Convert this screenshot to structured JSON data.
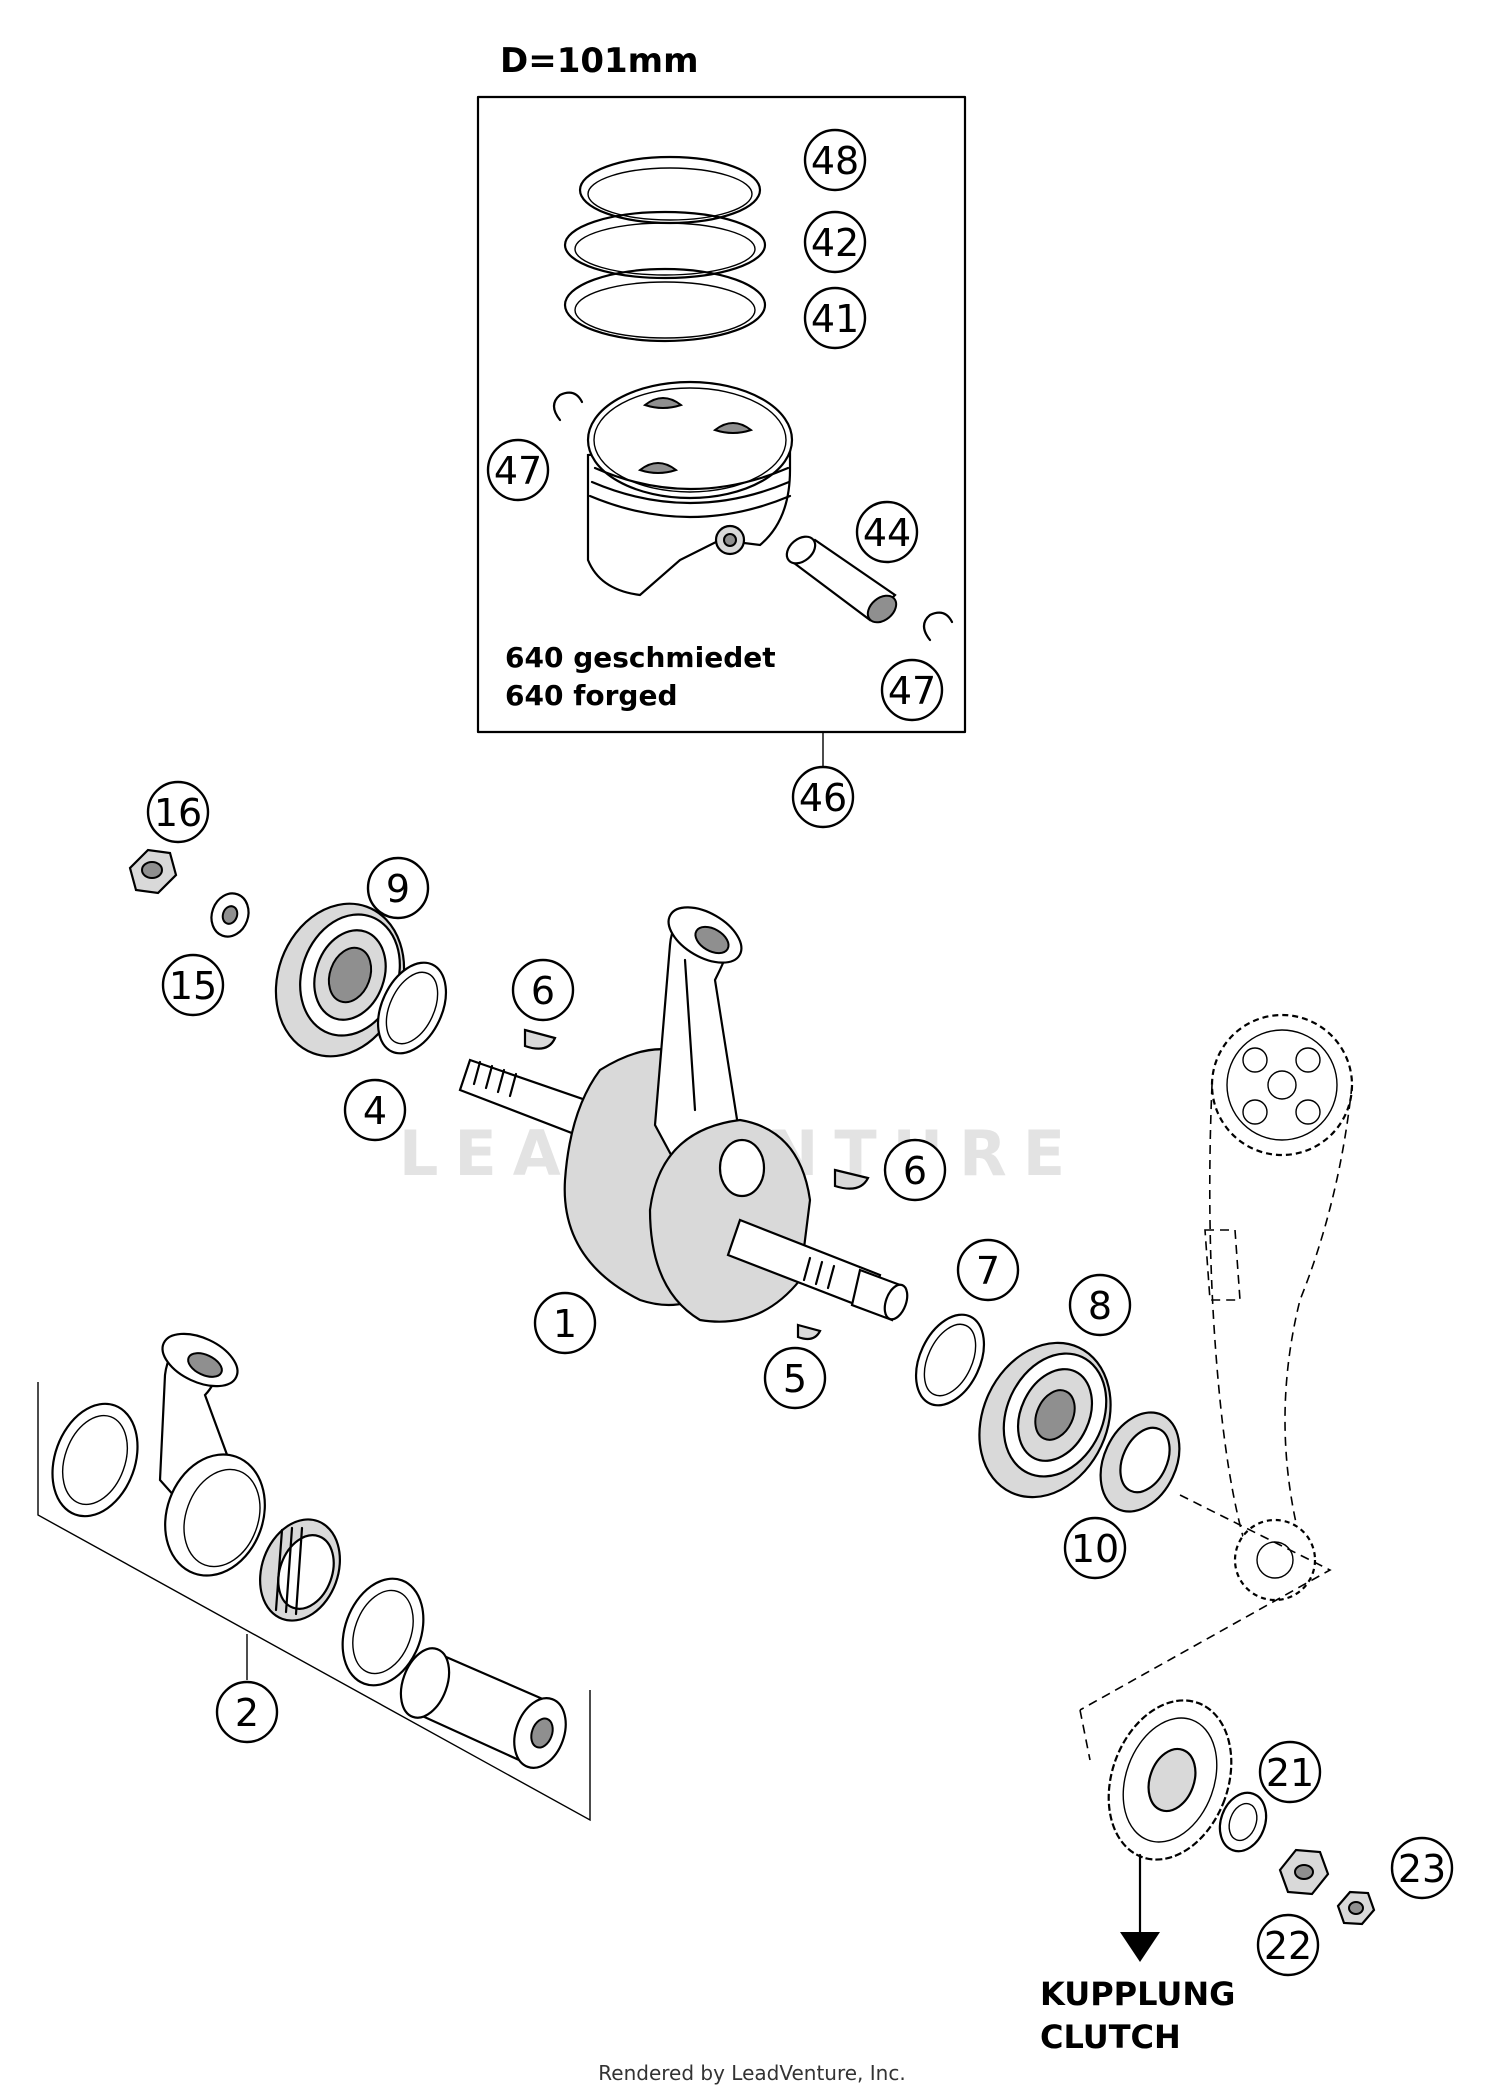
{
  "diameter_label": "D=101mm",
  "piston_notes": [
    "640 geschmiedet",
    "640 forged"
  ],
  "output_labels": [
    "KUPPLUNG",
    "CLUTCH"
  ],
  "footer": "Rendered by LeadVenture, Inc.",
  "watermark": "LEADVENTURE",
  "callouts": {
    "c48": "48",
    "c42": "42",
    "c41": "41",
    "c47a": "47",
    "c44": "44",
    "c47b": "47",
    "c46": "46",
    "c16": "16",
    "c9": "9",
    "c15": "15",
    "c6a": "6",
    "c4": "4",
    "c6b": "6",
    "c1": "1",
    "c5": "5",
    "c7": "7",
    "c8": "8",
    "c10": "10",
    "c2": "2",
    "c21": "21",
    "c23": "23",
    "c22": "22"
  }
}
